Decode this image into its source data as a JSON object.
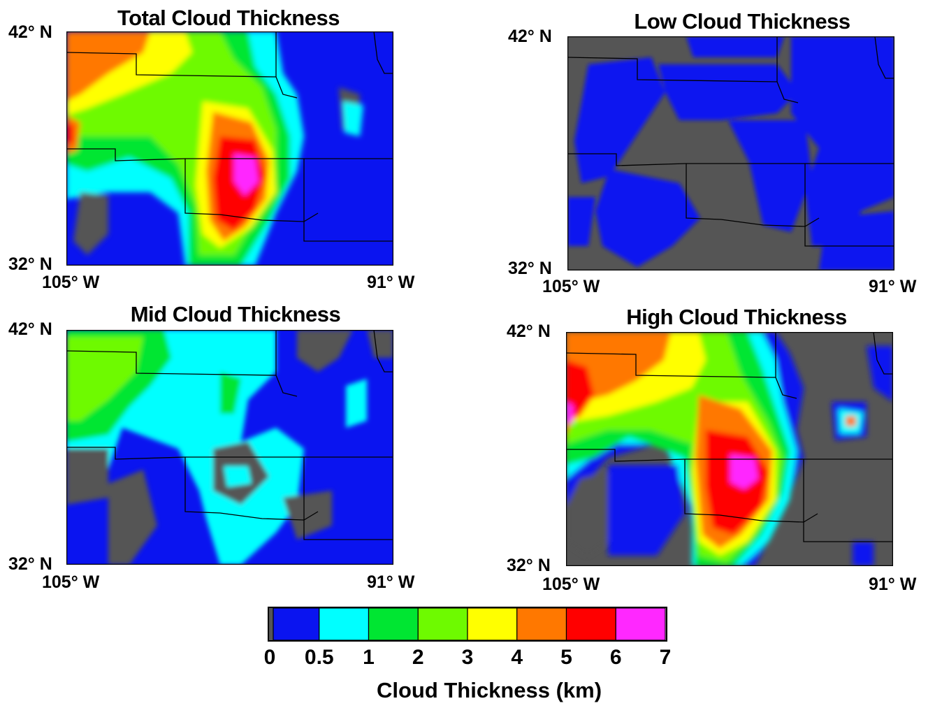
{
  "panels": [
    {
      "id": "total",
      "title": "Total Cloud Thickness",
      "lat_top": "42° N",
      "lat_bottom": "32° N",
      "lon_left": "105° W",
      "lon_right": "91° W"
    },
    {
      "id": "low",
      "title": "Low Cloud Thickness",
      "lat_top": "42° N",
      "lat_bottom": "32° N",
      "lon_left": "105° W",
      "lon_right": "91° W"
    },
    {
      "id": "mid",
      "title": "Mid Cloud Thickness",
      "lat_top": "42° N",
      "lat_bottom": "32° N",
      "lon_left": "105° W",
      "lon_right": "91° W"
    },
    {
      "id": "high",
      "title": "High Cloud Thickness",
      "lat_top": "42° N",
      "lat_bottom": "32° N",
      "lon_left": "105° W",
      "lon_right": "91° W"
    }
  ],
  "colorbar": {
    "title": "Cloud Thickness (km)",
    "ticks": [
      "0",
      "0.5",
      "1",
      "2",
      "3",
      "4",
      "5",
      "6",
      "7"
    ],
    "colors": [
      "#0a14f0",
      "#00ffff",
      "#00e632",
      "#6efa00",
      "#ffff00",
      "#ff7800",
      "#ff0000",
      "#ff28ff"
    ],
    "no_cloud_color": "#555555"
  }
}
